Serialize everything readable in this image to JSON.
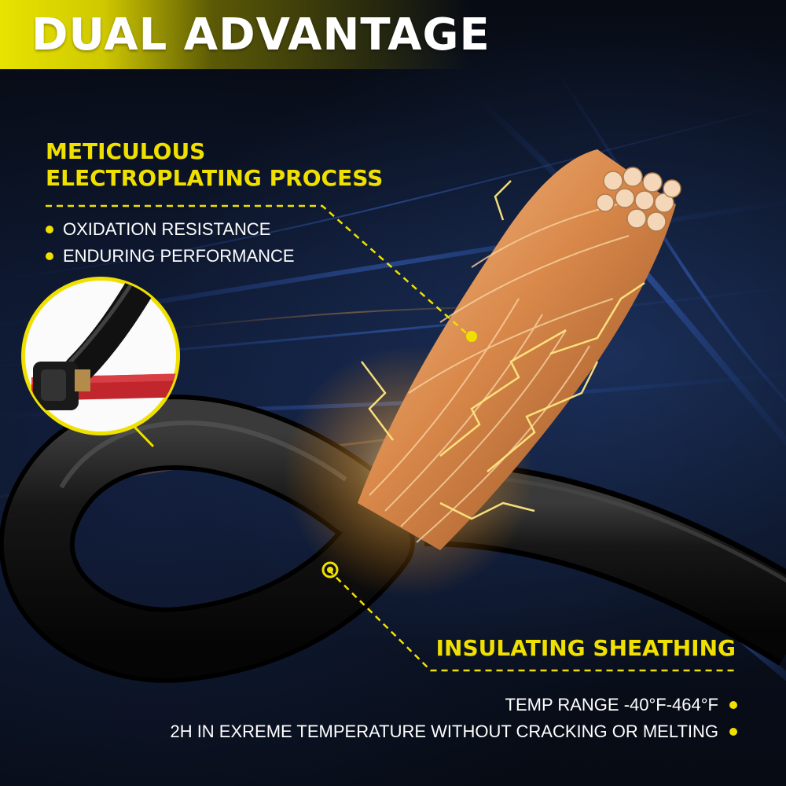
{
  "header": {
    "title": "DUAL ADVANTAGE"
  },
  "feature_plating": {
    "heading_line1": "METICULOUS",
    "heading_line2": "ELECTROPLATING PROCESS",
    "bullets": [
      "OXIDATION RESISTANCE",
      "ENDURING PERFORMANCE"
    ]
  },
  "feature_sheathing": {
    "heading": "INSULATING SHEATHING",
    "bullets": [
      "TEMP RANGE -40°F-464°F",
      "2H IN EXREME TEMPERATURE WITHOUT CRACKING OR MELTING"
    ]
  },
  "colors": {
    "accent": "#f0e000",
    "text": "#ffffff",
    "background": "#070b14",
    "copper": "#d98a4a",
    "cable": "#111111",
    "red_wire": "#c0262c"
  },
  "icons": [
    "bullet-dot-icon",
    "lightning-icon",
    "copper-wire-strand-image",
    "black-cable-loop-image",
    "connector-inset-image"
  ]
}
